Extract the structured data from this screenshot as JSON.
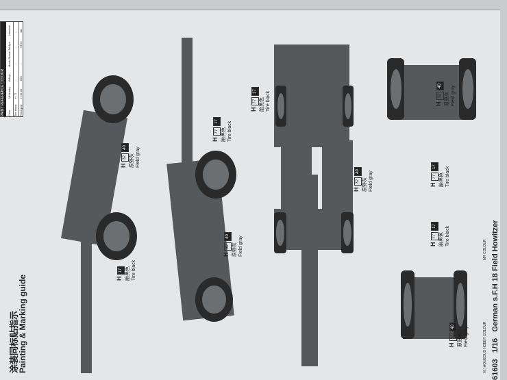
{
  "reference_table": {
    "header": "PAINT REFERENCE COLOUR",
    "columns": [
      "Color",
      "Mr.Hobby",
      "Vallejo",
      "Model Master",
      "Tamiya",
      "Humbrol"
    ],
    "rows": [
      [
        "Tire black",
        "H 77",
        "-",
        "-",
        "-",
        "-"
      ],
      [
        "Field gray",
        "H 32 40",
        "830",
        "-",
        "XF22",
        "111"
      ]
    ]
  },
  "title": {
    "cn": "涂装同标贴指示",
    "en": "Painting & Marking guide"
  },
  "callouts": [
    {
      "code": "H",
      "num1": "17",
      "cn": "胎黑色",
      "en": "Tire black"
    },
    {
      "code": "H",
      "num1": "32",
      "num2": "40",
      "cn": "原野灰",
      "en": "Field gray"
    },
    {
      "code": "H",
      "num1": "77",
      "num2": "17",
      "cn": "胎黑色",
      "en": "Tire black"
    },
    {
      "code": "H",
      "num1": "32",
      "num2": "40",
      "cn": "原野灰",
      "en": "Field gray"
    },
    {
      "code": "H",
      "num1": "77",
      "num2": "17",
      "cn": "胎黑色",
      "en": "Tire black"
    },
    {
      "code": "H",
      "num1": "32",
      "num2": "40",
      "cn": "原野灰",
      "en": "Field gray"
    },
    {
      "code": "H",
      "num1": "32",
      "num2": "40",
      "cn": "原野灰",
      "en": "Field gray"
    },
    {
      "code": "H",
      "num1": "77",
      "num2": "17",
      "cn": "胎黑色",
      "en": "Tire black"
    },
    {
      "code": "H",
      "num1": "77",
      "num2": "17",
      "cn": "胎黑色",
      "en": "Tire black"
    },
    {
      "code": "H",
      "num1": "32",
      "num2": "40",
      "cn": "原野灰",
      "en": "Field gray"
    }
  ],
  "legend": {
    "aqueous": "H[ ] AQUEOUS HOBBY COLOUR",
    "mr": "MR COLOUR"
  },
  "footer": {
    "code": "61603",
    "scale": "1/16",
    "name": "German s.F.H 18 Field Howitzer"
  }
}
